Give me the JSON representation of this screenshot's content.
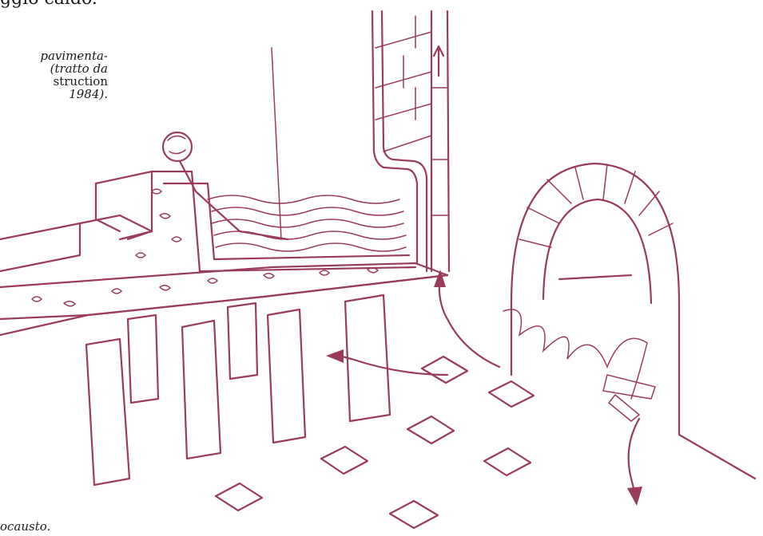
{
  "heading": {
    "fragment": "ggio caldo."
  },
  "caption": {
    "lines": [
      {
        "text": "pavimenta-",
        "italic": true
      },
      {
        "text": "(tratto da",
        "italic": true
      },
      {
        "text": "struction",
        "italic": false
      },
      {
        "text": "1984).",
        "italic": true
      }
    ]
  },
  "bottom_caption": "ocausto.",
  "illustration": {
    "subject": "hypocaust-heating-system",
    "ink_color": "#9b3b5a"
  }
}
